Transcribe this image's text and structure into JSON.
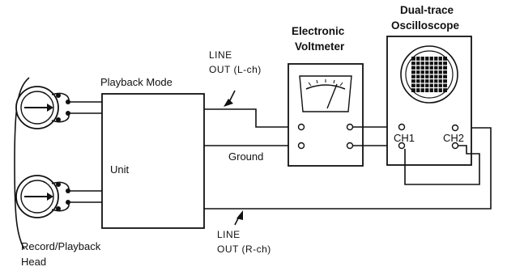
{
  "labels": {
    "playback_mode": "Playback Mode",
    "unit": "Unit",
    "ground": "Ground",
    "line_out_l_1": "LINE",
    "line_out_l_2": "OUT (L-ch)",
    "line_out_r_1": "LINE",
    "line_out_r_2": "OUT (R-ch)",
    "voltmeter_1": "Electronic",
    "voltmeter_2": "Voltmeter",
    "scope_1": "Dual-trace",
    "scope_2": "Oscilloscope",
    "ch1": "CH1",
    "ch2": "CH2",
    "head_1": "Record/Playback",
    "head_2": "Head"
  }
}
